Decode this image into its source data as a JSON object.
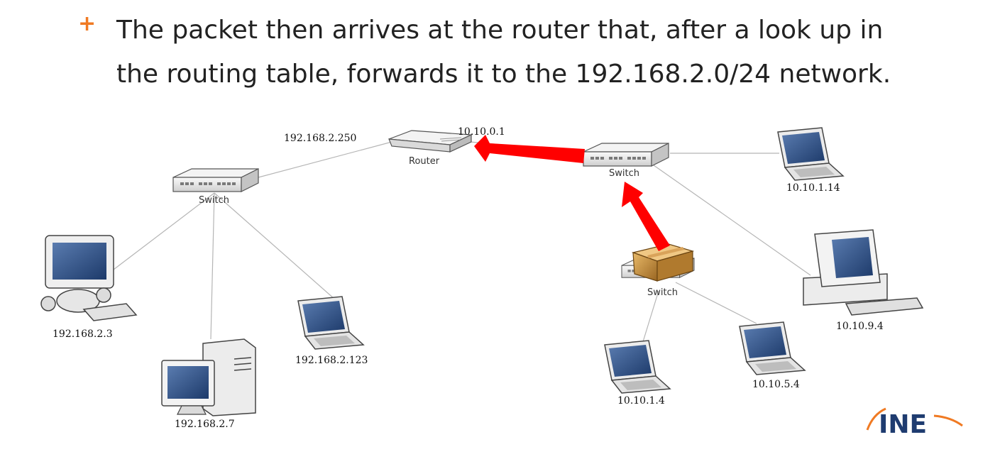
{
  "bullet": {
    "text": "The packet then arrives at the router that, after a look up in the routing table, forwards it to the 192.168.2.0/24 network."
  },
  "devices": {
    "router": "Router",
    "switch_left": "Switch",
    "switch_right": "Switch",
    "switch_bottom": "Switch"
  },
  "ips": {
    "router_left": "192.168.2.250",
    "router_right": "10.10.0.1",
    "pc_192_168_2_3": "192.168.2.3",
    "pc_192_168_2_7": "192.168.2.7",
    "laptop_192_168_2_123": "192.168.2.123",
    "laptop_10_10_1_14": "10.10.1.14",
    "pc_10_10_9_4": "10.10.9.4",
    "laptop_10_10_5_4": "10.10.5.4",
    "laptop_10_10_1_4": "10.10.1.4"
  },
  "logo": {
    "text": "INE",
    "brand_color": "#1f3c70",
    "accent_color": "#f07a23"
  },
  "colors": {
    "arrow": "#ff0000",
    "plus": "#f07a23",
    "link_line": "#b5b5b5"
  }
}
